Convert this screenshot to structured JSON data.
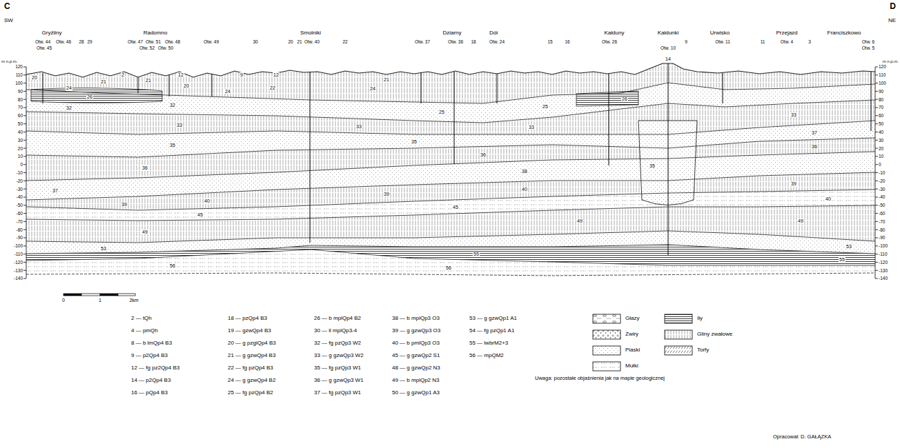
{
  "diagram": {
    "labels": [
      "C",
      "D",
      "SW",
      "NE",
      "m n.p.m.",
      "m n.p.m.",
      "Gryżliny",
      "Radomno",
      "Smolniki",
      "Dziarny",
      "Dół",
      "Kałduny",
      "Kałdunki",
      "Urwisko",
      "Przejazd",
      "Franciszkowo",
      "Otw. 44",
      "Otw. 46",
      "28",
      "29",
      "Otw. 45",
      "Otw. 47",
      "Otw. 51",
      "Otw. 48",
      "Otw. 52",
      "Otw. 50",
      "Otw. 49",
      "30",
      "20",
      "21",
      "Otw. 40",
      "22",
      "Otw. 37",
      "Otw. 36",
      "18",
      "Otw. 24",
      "15",
      "16",
      "Otw. 26",
      "Otw. 10",
      "9",
      "Otw. 11",
      "11",
      "Otw. 4",
      "3",
      "Otw. 6",
      "Otw. 5",
      "120",
      "110",
      "100",
      "90",
      "80",
      "70",
      "60",
      "50",
      "40",
      "30",
      "20",
      "10",
      "0",
      "-10",
      "-20",
      "-30",
      "-40",
      "-50",
      "-60",
      "-70",
      "-80",
      "-90",
      "-100",
      "-110",
      "-120",
      "-130",
      "-140",
      "120",
      "110",
      "100",
      "90",
      "80",
      "70",
      "60",
      "50",
      "40",
      "30",
      "20",
      "10",
      "0",
      "-10",
      "-20",
      "-30",
      "-40",
      "-50",
      "-60",
      "-70",
      "-80",
      "-90",
      "-100",
      "-110",
      "-120",
      "-130",
      "-140",
      "0",
      "1",
      "2km",
      "20",
      "21",
      "2",
      "21",
      "12",
      "20",
      "9",
      "24",
      "12",
      "22",
      "24",
      "26",
      "32",
      "32",
      "33",
      "35",
      "36",
      "37",
      "39",
      "40",
      "45",
      "49",
      "53",
      "56",
      "21",
      "24",
      "25",
      "33",
      "33",
      "35",
      "36",
      "38",
      "39",
      "40",
      "45",
      "49",
      "55",
      "56",
      "25",
      "26",
      "14",
      "35",
      "33",
      "37",
      "36",
      "39",
      "40",
      "49",
      "53",
      "55",
      "2 — tQh",
      "4 — pmQh",
      "8 — b lmQp4 B3",
      "9 — p2Qp4 B3",
      "12 — fg pz2Qp4 B3",
      "14 — p2Qp4 B3",
      "16 — pQp4 B3",
      "18 — pzQp4 B3",
      "19 — gzwQp4 B3",
      "20 — g pzgiQp4 B3",
      "21 — g gzwQp4 B3",
      "22 — fg pzQp4 B3",
      "24 — g gzwQp4 B2",
      "25 — fg pzQp4 B2",
      "26 — b mplQp4 B2",
      "30 — ll mplQp3-4",
      "32 — fg pzQp3 W2",
      "33 — g gzwQp3 W2",
      "35 — fg pzQp3 W1",
      "36 — g gzwQp3 W1",
      "37 — fg pzQp3 W1",
      "38 — b mplQp3 O3",
      "39 — g gzwQp3 O3",
      "40 — b pmlQp3 O3",
      "45 — g gzwQp2 S1",
      "48 — g gzwQp2 N3",
      "49 — b mplQp2 N3",
      "50 — g gzwQp1 A3",
      "53 — g gzwQp1 A1",
      "54 — fg pzQp1 A1",
      "55 — lwbrM2+3",
      "56 — mpQM2",
      "Uwaga: pozostałe objaśnienia jak na mapie geologicznej",
      "Opracował: D. GAŁĄZKA"
    ],
    "legend": [
      {
        "text": "Głazy"
      },
      {
        "text": "Żwiry"
      },
      {
        "text": "Piaski"
      },
      {
        "text": "Mułki"
      },
      {
        "text": "Iły"
      },
      {
        "text": "Gliny zwałowe"
      },
      {
        "text": "Torfy"
      }
    ]
  }
}
